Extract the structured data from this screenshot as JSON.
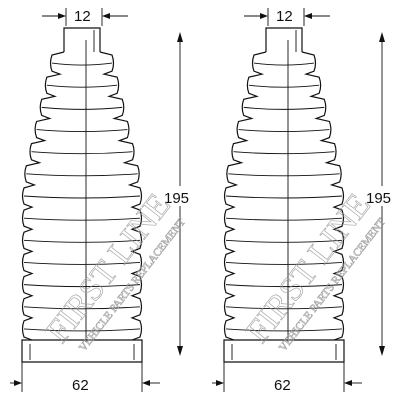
{
  "drawing": {
    "boots": [
      {
        "name": "left",
        "top_diameter": "12",
        "length": "195",
        "base_diameter": "62"
      },
      {
        "name": "right",
        "top_diameter": "12",
        "length": "195",
        "base_diameter": "62"
      }
    ],
    "watermark": {
      "primary": "FIRST LINE",
      "secondary": "VEHICLE PARTS REPLACEMENT"
    },
    "colors": {
      "ink": "#111111",
      "watermark": "#9a9a9a",
      "background": "#ffffff"
    }
  }
}
